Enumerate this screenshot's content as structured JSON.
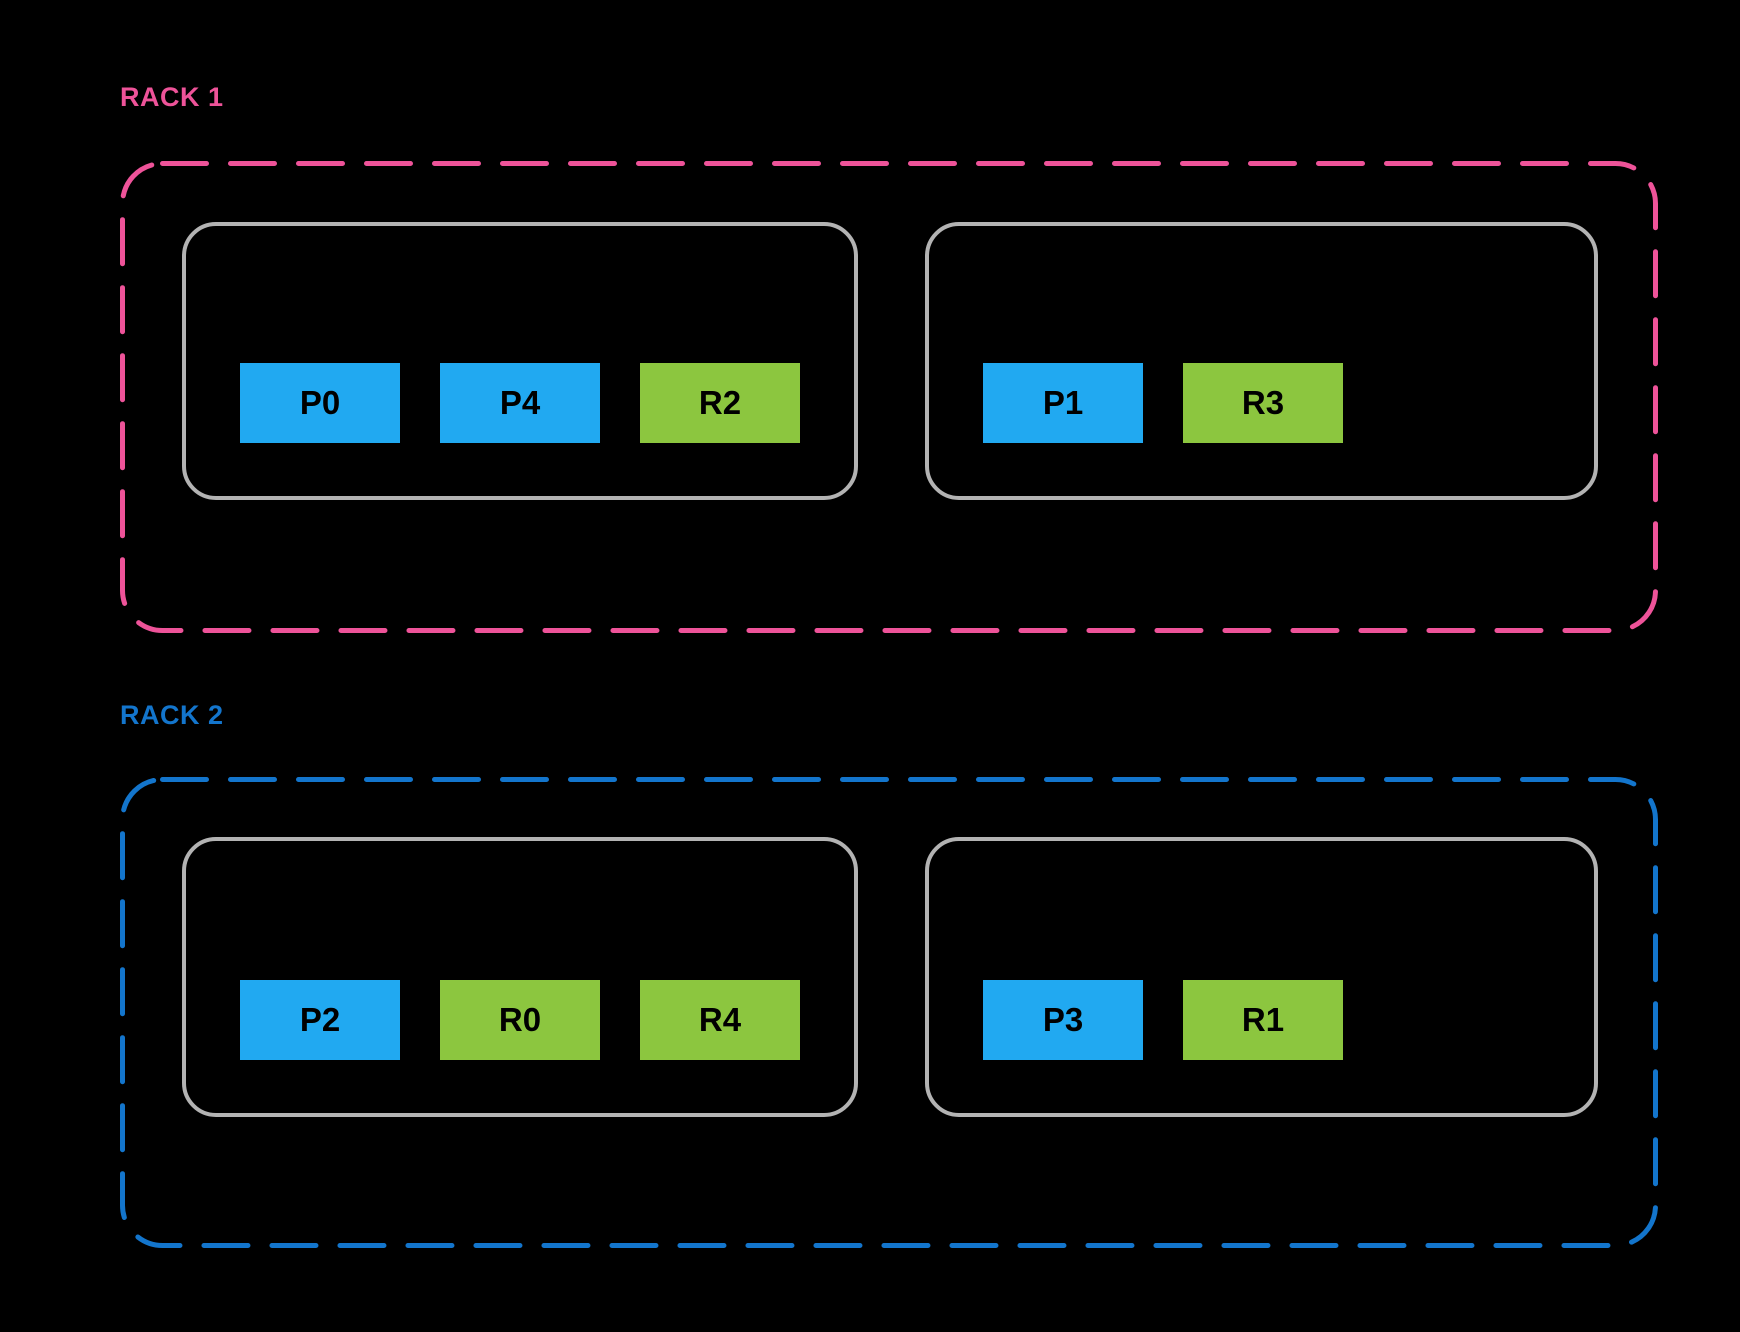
{
  "colors": {
    "background": "#000000",
    "rack1_accent": "#EE5399",
    "rack2_accent": "#1375CC",
    "p_block_fill": "#21A9F1",
    "r_block_fill": "#8CC63F",
    "node_border": "#B3B3B3",
    "block_text": "#000000"
  },
  "racks": [
    {
      "label": "RACK 1",
      "accent_color": "#EE5399",
      "nodes": [
        {
          "blocks": [
            {
              "label": "P0",
              "type": "P"
            },
            {
              "label": "P4",
              "type": "P"
            },
            {
              "label": "R2",
              "type": "R"
            }
          ]
        },
        {
          "blocks": [
            {
              "label": "P1",
              "type": "P"
            },
            {
              "label": "R3",
              "type": "R"
            }
          ]
        }
      ]
    },
    {
      "label": "RACK 2",
      "accent_color": "#1375CC",
      "nodes": [
        {
          "blocks": [
            {
              "label": "P2",
              "type": "P"
            },
            {
              "label": "R0",
              "type": "R"
            },
            {
              "label": "R4",
              "type": "R"
            }
          ]
        },
        {
          "blocks": [
            {
              "label": "P3",
              "type": "P"
            },
            {
              "label": "R1",
              "type": "R"
            }
          ]
        }
      ]
    }
  ]
}
